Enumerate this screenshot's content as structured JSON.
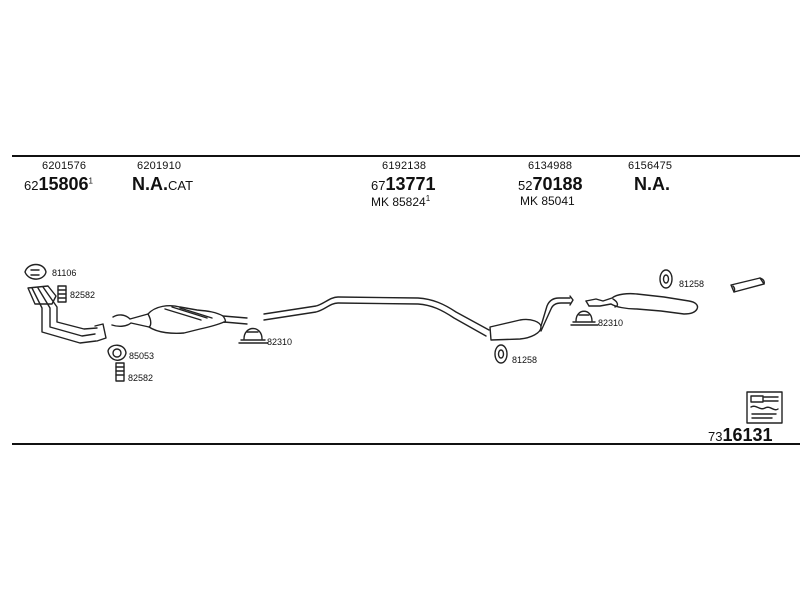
{
  "header_codes": [
    {
      "code": "6201576",
      "prefix": "62",
      "main": "15806",
      "sup": "1"
    },
    {
      "code": "6201910",
      "na": "N.A.",
      "na_suffix": "CAT"
    },
    {
      "code": "6192138",
      "prefix": "67",
      "main": "13771",
      "mk": "MK 85824",
      "mk_sup": "1"
    },
    {
      "code": "6134988",
      "prefix": "52",
      "main": "70188",
      "mk": "MK 85041"
    },
    {
      "code": "6156475",
      "na": "N.A."
    }
  ],
  "part_labels": {
    "p81106": "81106",
    "p82582_top": "82582",
    "p85053": "85053",
    "p82582_bottom": "82582",
    "p82310_left": "82310",
    "p81258_mid": "81258",
    "p81258_right": "81258",
    "p82310_right": "82310"
  },
  "document": {
    "prefix": "73",
    "main": "16131"
  }
}
